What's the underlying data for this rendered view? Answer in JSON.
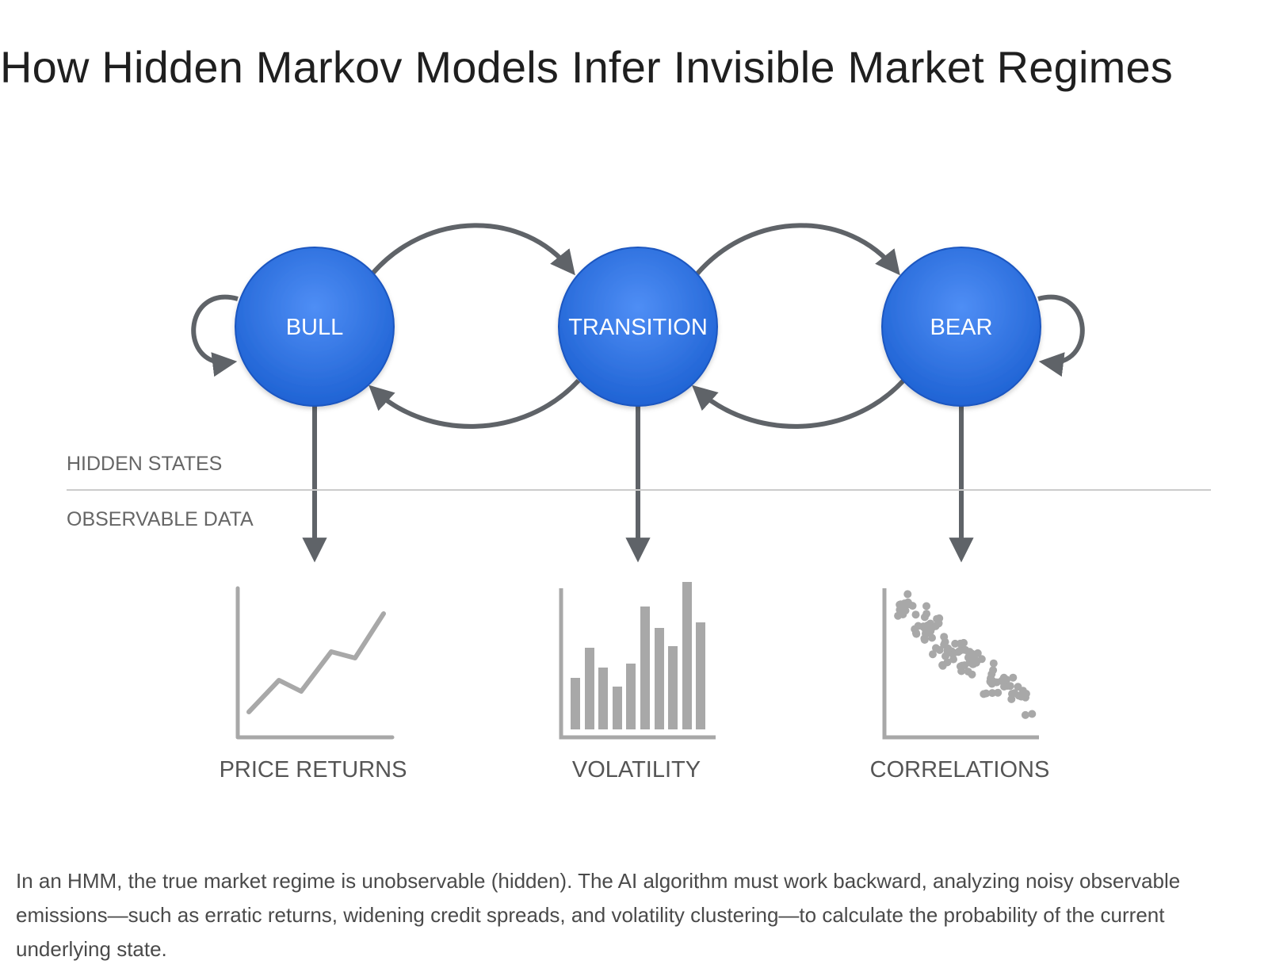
{
  "title": "How Hidden Markov Models Infer Invisible Market Regimes",
  "diagram": {
    "hidden_states": [
      "BULL",
      "TRANSITION",
      "BEAR"
    ],
    "zone_labels": {
      "hidden": "HIDDEN STATES",
      "observable": "OBSERVABLE DATA"
    },
    "observations": [
      "PRICE RETURNS",
      "VOLATILITY",
      "CORRELATIONS"
    ],
    "colors": {
      "state_fill": "#2a6fdc",
      "arrow": "#5f6368",
      "icon": "#a8a8a8",
      "divider": "#cccccc"
    },
    "transitions": [
      {
        "from": "BULL",
        "to": "BULL"
      },
      {
        "from": "BULL",
        "to": "TRANSITION"
      },
      {
        "from": "TRANSITION",
        "to": "BULL"
      },
      {
        "from": "TRANSITION",
        "to": "BEAR"
      },
      {
        "from": "BEAR",
        "to": "TRANSITION"
      },
      {
        "from": "BEAR",
        "to": "BEAR"
      }
    ],
    "emissions": [
      {
        "from": "BULL",
        "to": "PRICE RETURNS"
      },
      {
        "from": "TRANSITION",
        "to": "VOLATILITY"
      },
      {
        "from": "BEAR",
        "to": "CORRELATIONS"
      }
    ]
  },
  "caption": "In an HMM, the true market regime is unobservable (hidden). The AI algorithm must work backward, analyzing noisy observable emissions—such as erratic returns, widening credit spreads, and volatility clustering—to calculate the probability of the current underlying state."
}
